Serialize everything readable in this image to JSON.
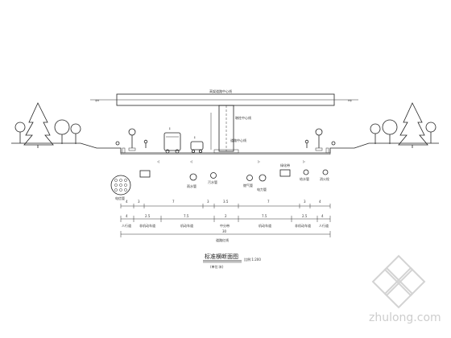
{
  "bridge_label": "高架道路中心线",
  "pier_label": "墩柱中心线",
  "road_center_label": "道路中心线",
  "green_strip_label": "绿化带",
  "left_dir_arrow": "⇦",
  "right_dir_arrow": "⇨",
  "utility_labels": {
    "left_pipe_group": "电信管",
    "rain": "雨水管",
    "sewer_left": "污水管",
    "gas": "燃气管",
    "power": "电力管",
    "water": "给水管",
    "hydrant": "消火栓"
  },
  "upper_dims": [
    "4",
    "3",
    "7",
    "3",
    "3.5",
    "7",
    "3",
    "4"
  ],
  "lower_dims": [
    "4",
    "2.5",
    "7.5",
    "2",
    "7.5",
    "2.5",
    "4"
  ],
  "lower_dim_labels": [
    "人行道",
    "非机动车道",
    "机动车道",
    "中分带",
    "机动车道",
    "非机动车道",
    "人行道"
  ],
  "total_dim": "30",
  "total_label": "道路红线",
  "title": "标准横断面图",
  "subtitle": "(单位:米)",
  "scale_note": "比例:1:200",
  "watermark": "zhulong.com"
}
